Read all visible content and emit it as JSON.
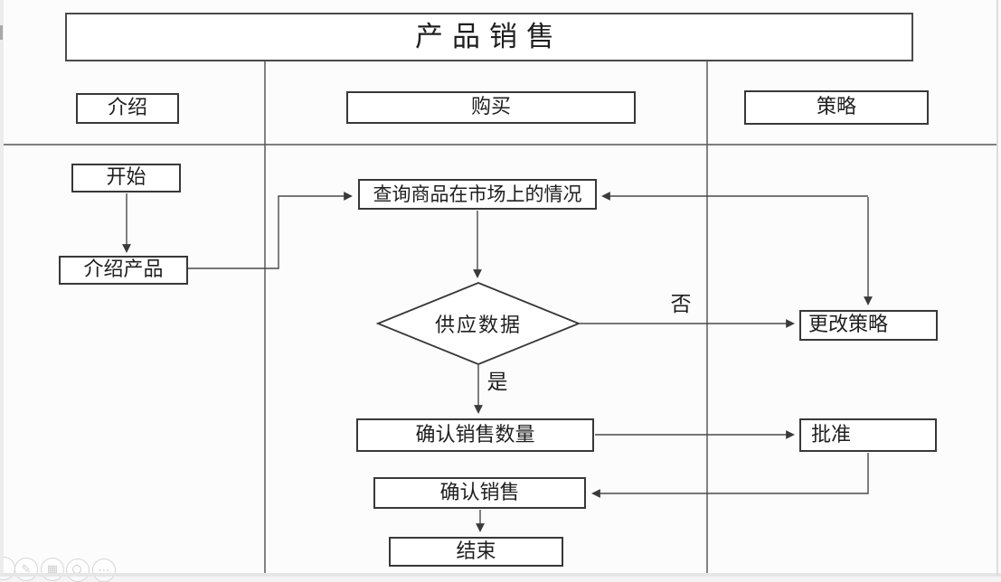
{
  "header": {
    "title": "产品销售"
  },
  "lanes": [
    {
      "label": "介绍"
    },
    {
      "label": "购买"
    },
    {
      "label": "策略"
    }
  ],
  "nodes": {
    "start": {
      "label": "开始"
    },
    "introduce_product": {
      "label": "介绍产品"
    },
    "query_market": {
      "label": "查询商品在市场上的情况"
    },
    "supply_data_decision": {
      "label": "供应数据"
    },
    "confirm_quantity": {
      "label": "确认销售数量"
    },
    "approve": {
      "label": "批准"
    },
    "change_strategy": {
      "label": "更改策略"
    },
    "confirm_sale": {
      "label": "确认销售"
    },
    "end": {
      "label": "结束"
    }
  },
  "edge_labels": {
    "yes": "是",
    "no": "否"
  },
  "colors": {
    "line": "#4a4a4a",
    "box_border": "#383838",
    "text": "#1f1f1f",
    "canvas": "#fcfcfc"
  },
  "watermark_icons": [
    {
      "name": "edit-icon",
      "glyph": "✎"
    },
    {
      "name": "grid-icon",
      "glyph": "▦"
    },
    {
      "name": "magnifier-icon",
      "glyph": ""
    },
    {
      "name": "more-icon",
      "glyph": "⋯"
    }
  ]
}
